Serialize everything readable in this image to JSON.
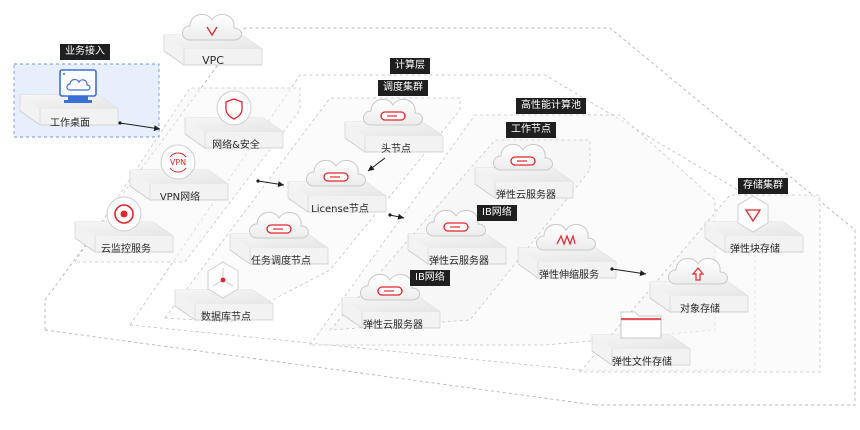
{
  "groups": {
    "business_access": "业务接入",
    "compute_layer": "计算层",
    "scheduling_cluster": "调度集群",
    "hpc_pool": "高性能计算池",
    "worker_nodes": "工作节点",
    "storage_cluster": "存储集群",
    "ib_network_1": "IB网络",
    "ib_network_2": "IB网络"
  },
  "nodes": {
    "vpc": "VPC",
    "desktop": "工作桌面",
    "network_security": "网络&安全",
    "vpn_network": "VPN网络",
    "cloud_monitoring": "云监控服务",
    "head_node": "头节点",
    "license_node": "License节点",
    "task_scheduler_node": "任务调度节点",
    "database_node": "数据库节点",
    "ecs_top": "弹性云服务器",
    "ecs_middle": "弹性云服务器",
    "ecs_bottom": "弹性云服务器",
    "auto_scaling": "弹性伸缩服务",
    "block_storage": "弹性块存储",
    "object_storage": "对象存储",
    "file_storage": "弹性文件存储"
  },
  "colors": {
    "accent": "#e1272d",
    "desktop_accent": "#3b6fd8",
    "tag_bg": "#1f1f1f"
  }
}
